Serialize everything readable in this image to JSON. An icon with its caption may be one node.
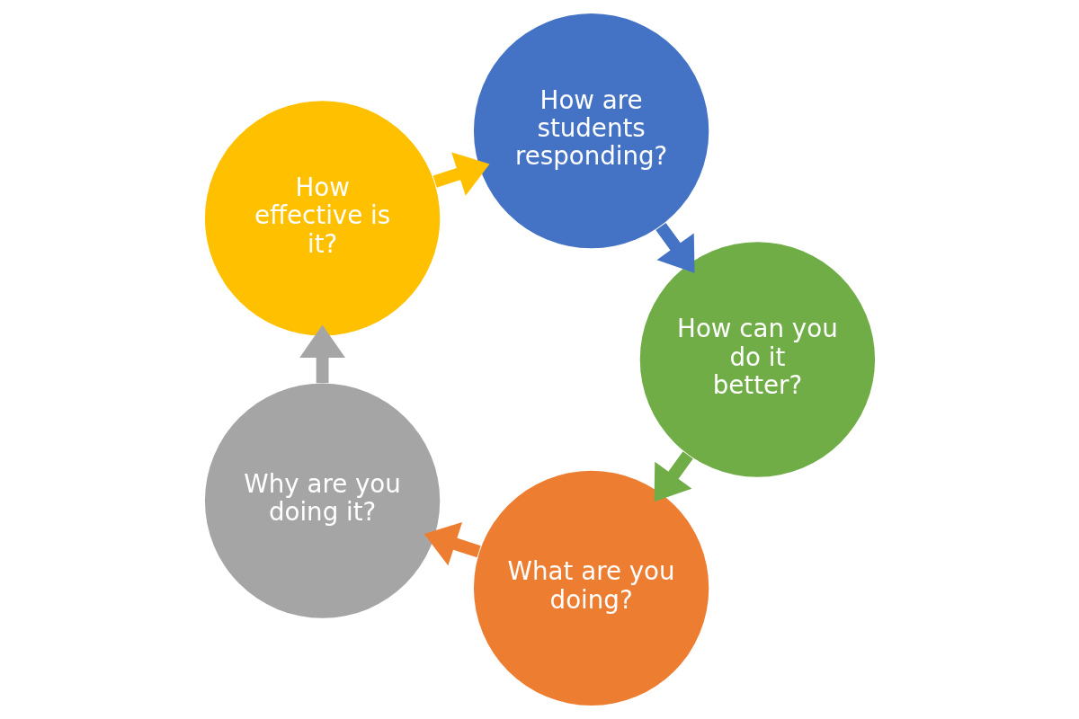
{
  "diagram": {
    "nodes": [
      {
        "text": [
          "What are you doing?"
        ]
      },
      {
        "text": [
          "Why are you doing it?"
        ]
      },
      {
        "text": [
          "How effective is it?"
        ]
      },
      {
        "text": [
          "How are students responding?"
        ]
      },
      {
        "text": [
          "How can you do it better?"
        ]
      }
    ],
    "edges": [
      {
        "from": 0,
        "to": 1,
        "arrow": "to",
        "color": "#ed7d31"
      },
      {
        "from": 1,
        "to": 2,
        "arrow": "to",
        "color": "#a5a5a5"
      },
      {
        "from": 2,
        "to": 3,
        "arrow": "to",
        "color": "#ffc000"
      },
      {
        "from": 3,
        "to": 4,
        "arrow": "to",
        "color": "#4472c4"
      },
      {
        "from": 4,
        "to": 0,
        "arrow": "to",
        "color": "#70ad47"
      }
    ]
  }
}
